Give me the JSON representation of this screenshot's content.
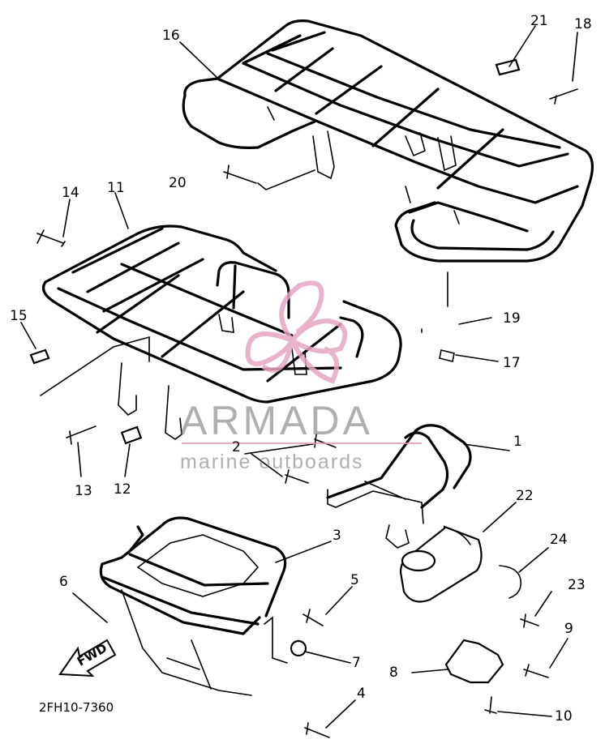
{
  "diagram": {
    "part_code": "2FH10-7360",
    "fwd_label": "FWD",
    "callouts": [
      {
        "id": "c1",
        "text": "1"
      },
      {
        "id": "c2",
        "text": "2"
      },
      {
        "id": "c3",
        "text": "3"
      },
      {
        "id": "c4",
        "text": "4"
      },
      {
        "id": "c5",
        "text": "5"
      },
      {
        "id": "c6",
        "text": "6"
      },
      {
        "id": "c7",
        "text": "7"
      },
      {
        "id": "c8",
        "text": "8"
      },
      {
        "id": "c9",
        "text": "9"
      },
      {
        "id": "c10",
        "text": "10"
      },
      {
        "id": "c11",
        "text": "11"
      },
      {
        "id": "c12",
        "text": "12"
      },
      {
        "id": "c13",
        "text": "13"
      },
      {
        "id": "c14",
        "text": "14"
      },
      {
        "id": "c15",
        "text": "15"
      },
      {
        "id": "c16",
        "text": "16"
      },
      {
        "id": "c17",
        "text": "17"
      },
      {
        "id": "c18",
        "text": "18"
      },
      {
        "id": "c19",
        "text": "19"
      },
      {
        "id": "c20",
        "text": "20"
      },
      {
        "id": "c21",
        "text": "21"
      },
      {
        "id": "c22",
        "text": "22"
      },
      {
        "id": "c23",
        "text": "23"
      },
      {
        "id": "c24",
        "text": "24"
      }
    ]
  },
  "watermark": {
    "brand": "ARMADA",
    "subtitle": "marine outboards",
    "logo_color": "#e6a6c4"
  }
}
